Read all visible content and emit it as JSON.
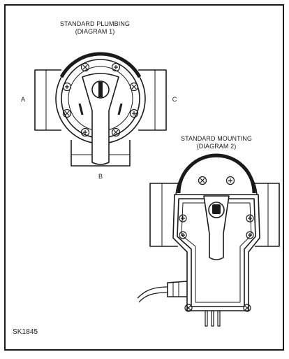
{
  "diagram1": {
    "title_line1": "STANDARD PLUMBING",
    "title_line2": "(DIAGRAM 1)",
    "port_a": "A",
    "port_b": "B",
    "port_c": "C"
  },
  "diagram2": {
    "title_line1": "STANDARD MOUNTING",
    "title_line2": "(DIAGRAM 2)"
  },
  "drawing_number": "SK1845"
}
